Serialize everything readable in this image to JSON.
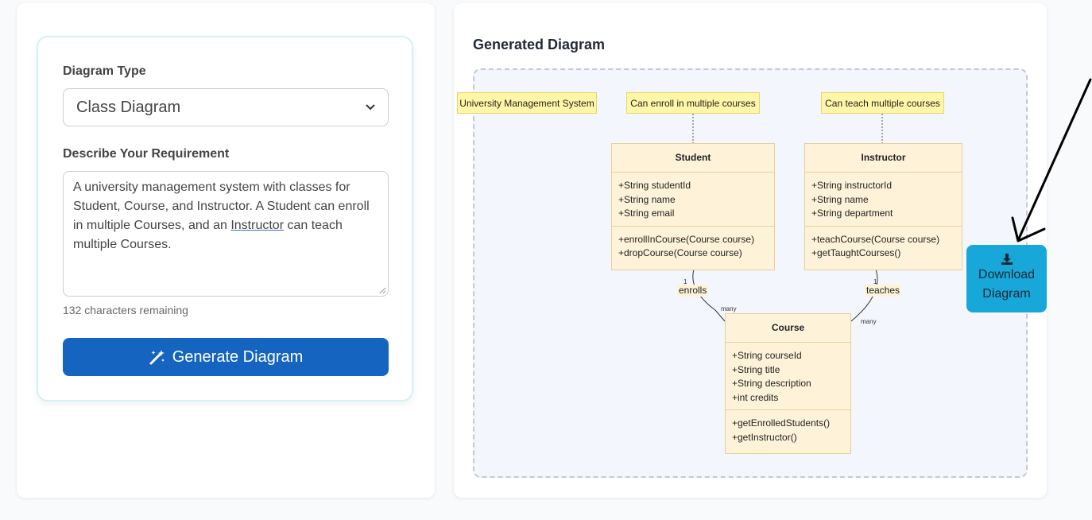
{
  "form": {
    "diagram_type_label": "Diagram Type",
    "diagram_type_value": "Class Diagram",
    "requirement_label": "Describe Your Requirement",
    "requirement_text_before": "A university management system with classes for Student, Course, and Instructor. A Student can enroll in multiple Courses, and an ",
    "requirement_text_underlined": "Instructor",
    "requirement_text_after": " can teach multiple Courses.",
    "remaining": "132 characters remaining",
    "generate_label": "Generate Diagram"
  },
  "output": {
    "title": "Generated Diagram",
    "download_label": "Download Diagram"
  },
  "diagram": {
    "notes": {
      "system": "University Management System",
      "student": "Can enroll in multiple courses",
      "instructor": "Can teach multiple courses"
    },
    "classes": {
      "student": {
        "name": "Student",
        "attributes": [
          "+String studentId",
          "+String name",
          "+String email"
        ],
        "operations": [
          "+enrollInCourse(Course course)",
          "+dropCourse(Course course)"
        ]
      },
      "instructor": {
        "name": "Instructor",
        "attributes": [
          "+String instructorId",
          "+String name",
          "+String department"
        ],
        "operations": [
          "+teachCourse(Course course)",
          "+getTaughtCourses()"
        ]
      },
      "course": {
        "name": "Course",
        "attributes": [
          "+String courseId",
          "+String title",
          "+String description",
          "+int credits"
        ],
        "operations": [
          "+getEnrolledStudents()",
          "+getInstructor()"
        ]
      }
    },
    "relations": {
      "enrolls": {
        "label": "enrolls",
        "from_mult": "1",
        "to_mult": "many"
      },
      "teaches": {
        "label": "teaches",
        "from_mult": "1",
        "to_mult": "many"
      }
    }
  },
  "colors": {
    "primary_button": "#1565c0",
    "download_button": "#17a8d9",
    "note_fill": "#fff6a8",
    "class_fill": "#fef3d9"
  },
  "icons": {
    "generate": "magic-wand-icon",
    "download": "download-icon",
    "select": "chevron-down-icon"
  }
}
